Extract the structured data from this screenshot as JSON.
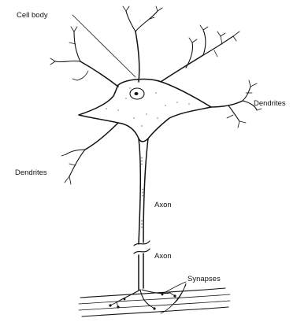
{
  "labels": {
    "cell_body": "Cell body",
    "dendrites_right": "Dendrites",
    "dendrites_left": "Dendrites",
    "axon_upper": "Axon",
    "axon_lower": "Axon",
    "synapses": "Synapses"
  }
}
